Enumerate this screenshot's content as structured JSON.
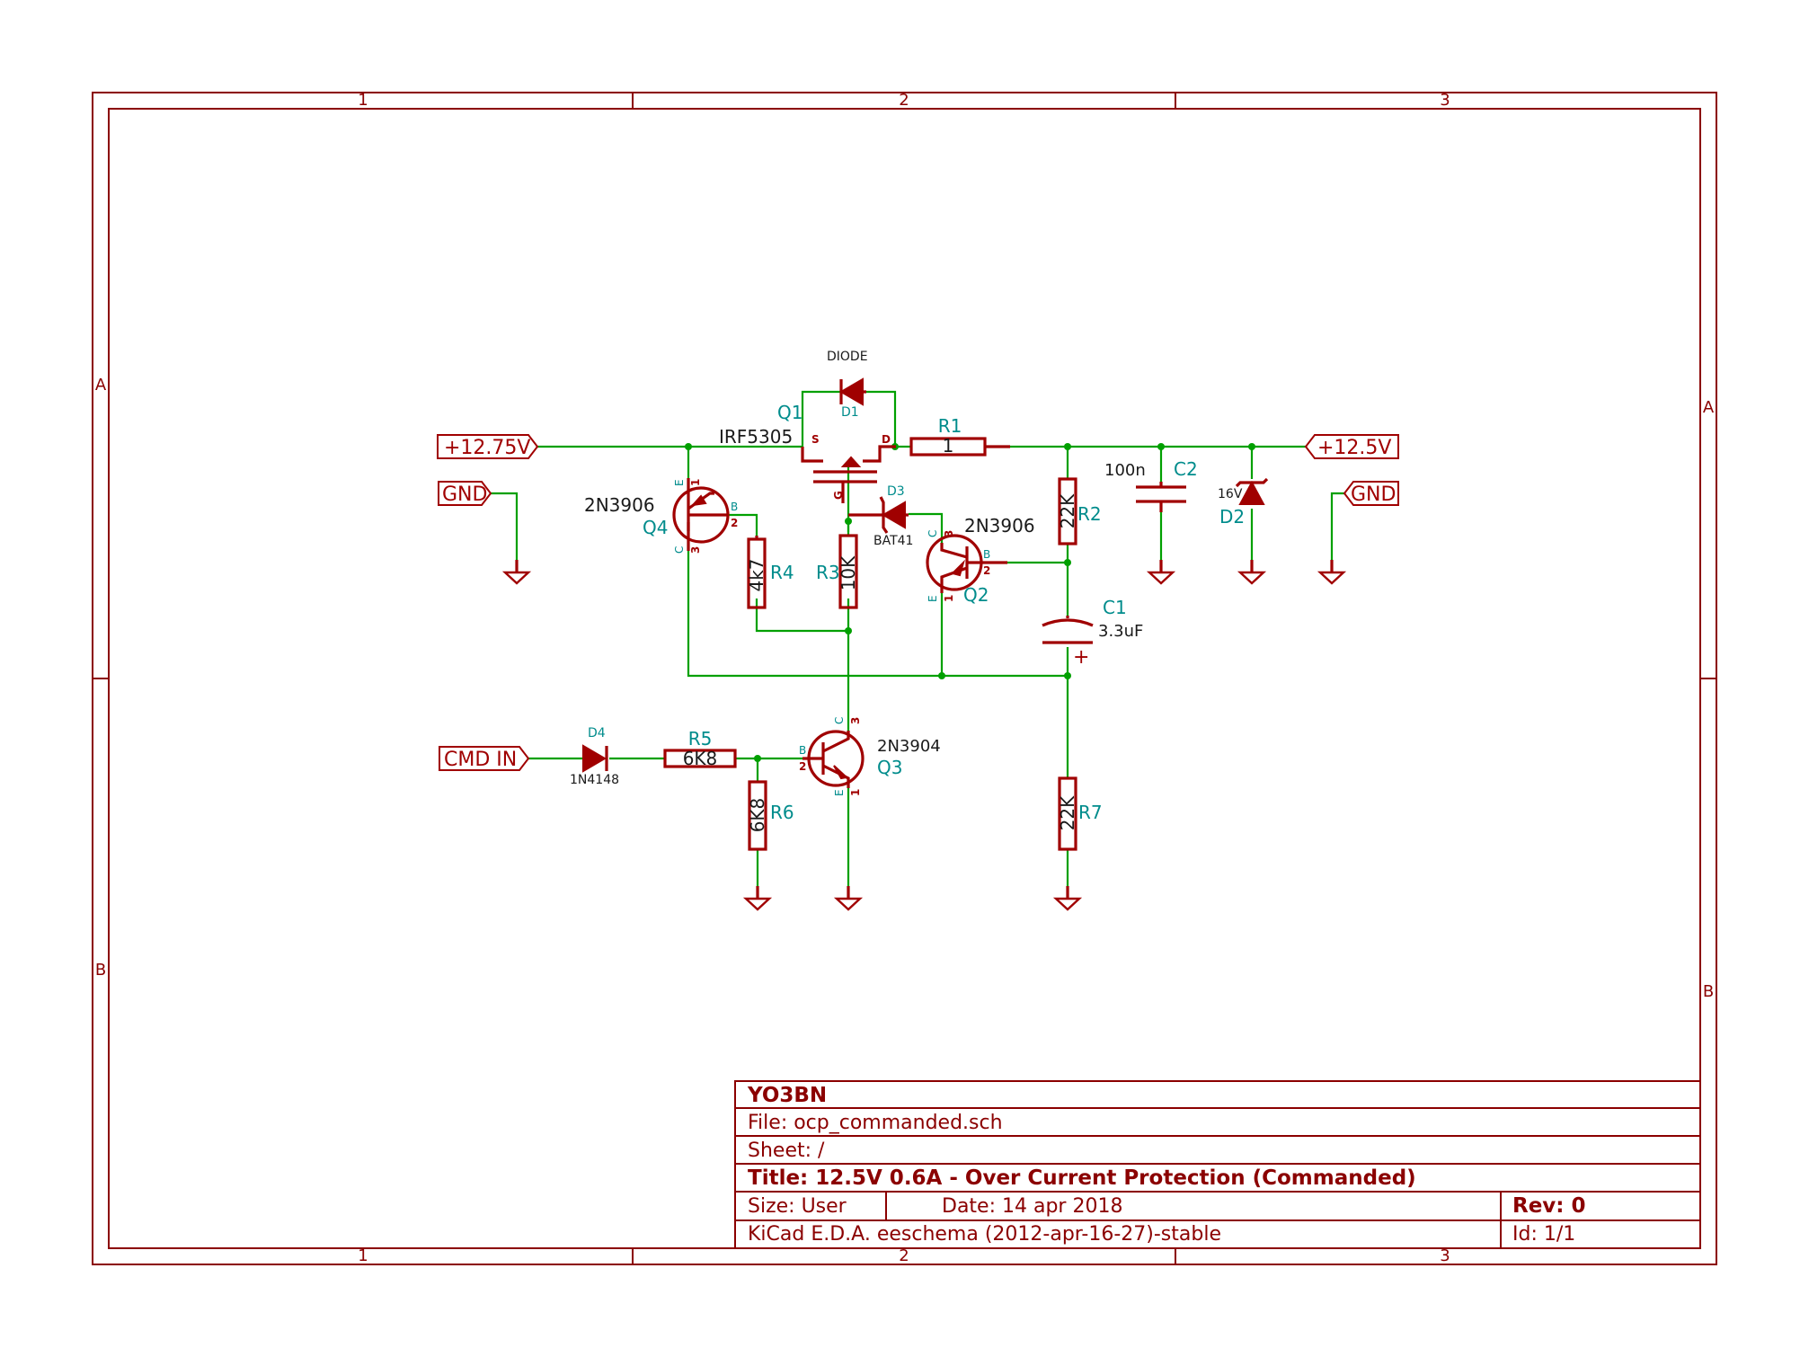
{
  "frame": {
    "columns": [
      "1",
      "2",
      "3"
    ],
    "rows": [
      "A",
      "B"
    ]
  },
  "title_block": {
    "company": "YO3BN",
    "file": "File: ocp_commanded.sch",
    "sheet": "Sheet: /",
    "title": "Title: 12.5V 0.6A - Over Current Protection (Commanded)",
    "size": "Size: User",
    "date": "Date: 14 apr 2018",
    "rev": "Rev: 0",
    "tool": "KiCad E.D.A.  eeschema (2012-apr-16-27)-stable",
    "id": "Id: 1/1"
  },
  "labels": {
    "vin": "+12.75V",
    "vout": "+12.5V",
    "gnd_left": "GND",
    "gnd_right": "GND",
    "cmd": "CMD IN"
  },
  "components": {
    "q1": {
      "ref": "Q1",
      "value": "IRF5305",
      "pin_s": "S",
      "pin_d": "D",
      "pin_g": "G"
    },
    "d1": {
      "ref": "D1",
      "value": "DIODE"
    },
    "r1": {
      "ref": "R1",
      "value": "1"
    },
    "d3": {
      "ref": "D3",
      "value": "BAT41"
    },
    "q4": {
      "ref": "Q4",
      "value": "2N3906",
      "e": "E",
      "b": "B",
      "c": "C",
      "p1": "1",
      "p2": "2",
      "p3": "3"
    },
    "r4": {
      "ref": "R4",
      "value": "4k7"
    },
    "r3": {
      "ref": "R3",
      "value": "10K"
    },
    "q2": {
      "ref": "Q2",
      "value": "2N3906",
      "e": "E",
      "b": "B",
      "c": "C",
      "p1": "1",
      "p2": "2",
      "p3": "3"
    },
    "r2": {
      "ref": "R2",
      "value": "22K"
    },
    "c1": {
      "ref": "C1",
      "value": "3.3uF",
      "plus": "+"
    },
    "c2": {
      "ref": "C2",
      "value": "100n"
    },
    "d2": {
      "ref": "D2",
      "value": "16V"
    },
    "d4": {
      "ref": "D4",
      "value": "1N4148"
    },
    "r5": {
      "ref": "R5",
      "value": "6K8"
    },
    "r6": {
      "ref": "R6",
      "value": "6K8"
    },
    "q3": {
      "ref": "Q3",
      "value": "2N3904",
      "e": "E",
      "b": "B",
      "c": "C",
      "p1": "1",
      "p2": "2",
      "p3": "3"
    },
    "r7": {
      "ref": "R7",
      "value": "22K"
    }
  },
  "colors": {
    "component": "#a00000",
    "wire": "#00a000",
    "reference": "#008c8c",
    "frame": "#8b0000"
  }
}
